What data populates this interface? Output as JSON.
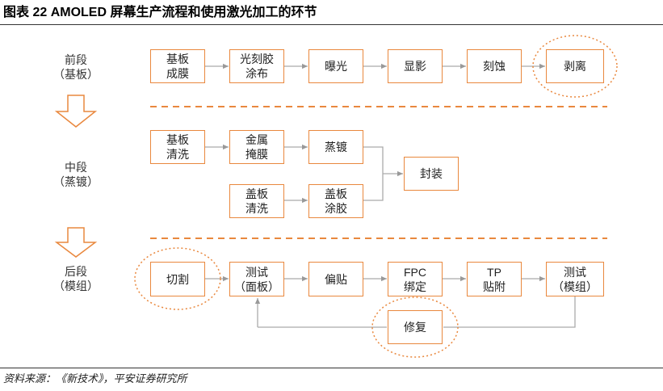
{
  "title": "图表 22   AMOLED 屏幕生产流程和使用激光加工的环节",
  "stages": {
    "front": {
      "name": "前段",
      "sub": "（基板）"
    },
    "middle": {
      "name": "中段",
      "sub": "（蒸镀）"
    },
    "back": {
      "name": "后段",
      "sub": "（模组）"
    }
  },
  "front_steps": [
    {
      "l1": "基板",
      "l2": "成膜"
    },
    {
      "l1": "光刻胶",
      "l2": "涂布"
    },
    {
      "l1": "曝光",
      "l2": ""
    },
    {
      "l1": "显影",
      "l2": ""
    },
    {
      "l1": "刻蚀",
      "l2": ""
    },
    {
      "l1": "剥离",
      "l2": ""
    }
  ],
  "middle_steps": {
    "substrate_clean": {
      "l1": "基板",
      "l2": "清洗"
    },
    "metal_mask": {
      "l1": "金属",
      "l2": "掩膜"
    },
    "evaporation": {
      "l1": "蒸镀",
      "l2": ""
    },
    "cover_clean": {
      "l1": "盖板",
      "l2": "清洗"
    },
    "cover_glue": {
      "l1": "盖板",
      "l2": "涂胶"
    },
    "encapsulation": {
      "l1": "封装",
      "l2": ""
    }
  },
  "back_steps": [
    {
      "l1": "切割",
      "l2": ""
    },
    {
      "l1": "测试",
      "l2": "（面板）"
    },
    {
      "l1": "偏贴",
      "l2": ""
    },
    {
      "l1": "FPC",
      "l2": "绑定"
    },
    {
      "l1": "TP",
      "l2": "贴附"
    },
    {
      "l1": "测试",
      "l2": "（模组）"
    }
  ],
  "repair": {
    "l1": "修复"
  },
  "laser_steps": [
    "剥离",
    "切割",
    "修复"
  ],
  "colors": {
    "accent": "#e9883e",
    "line": "#aaaaaa"
  },
  "source": "资料来源：《新技术》，平安证券研究所"
}
